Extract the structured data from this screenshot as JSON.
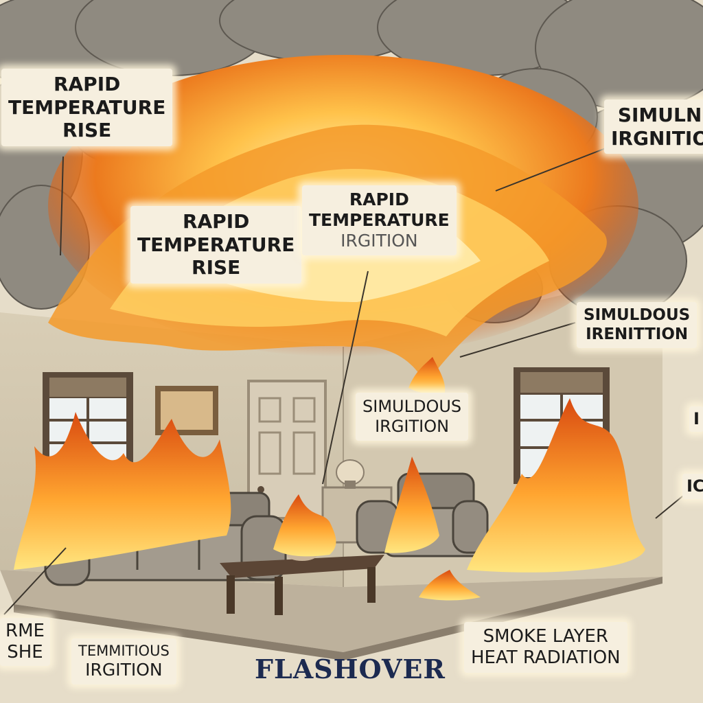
{
  "colors": {
    "smoke": "#8f8a80",
    "flame_outer": "#e8741c",
    "flame_inner": "#ffd35a",
    "wall": "#cfc4ae",
    "floor": "#bfb3a0",
    "label_bg": "#f6efdf",
    "title": "#1c2a50"
  },
  "labels": {
    "top_left": [
      "RAPID",
      "TEMPERATURE",
      "RISE"
    ],
    "center_left": [
      "RAPID",
      "TEMPERATURE",
      "RISE"
    ],
    "center_right": [
      "RAPID",
      "TEMPERATURE",
      "IRGITION"
    ],
    "top_right": [
      "SIMULN",
      "IRGNITIO"
    ],
    "mid_right": [
      "SIMULDOUS",
      "IRENITTION"
    ],
    "center_mid": [
      "SIMULDOUS",
      "IRGITION"
    ],
    "edge_right_a": "I",
    "edge_right_b": "IC",
    "bottom_left_partial": [
      "RME",
      "SHE"
    ],
    "bottom_left": [
      "TEMMITIOUS",
      "IRGITION"
    ],
    "bottom_right": [
      "SMOKE LAYER",
      "HEAT RADIATION"
    ]
  },
  "title": "FLASHOVER"
}
